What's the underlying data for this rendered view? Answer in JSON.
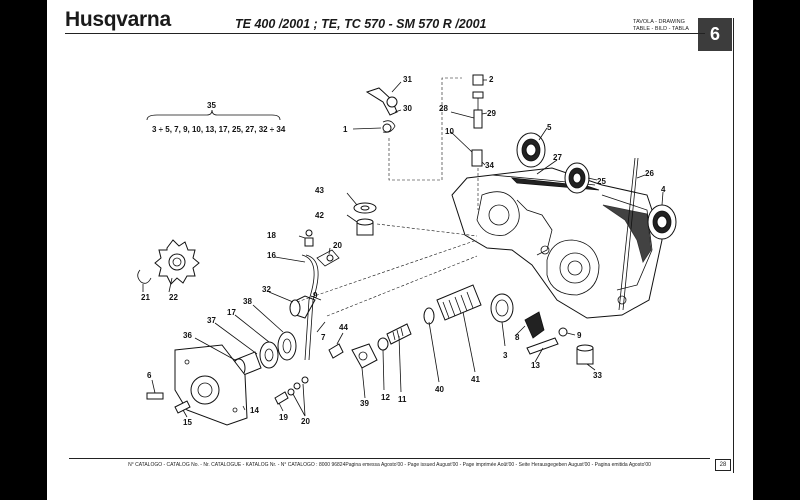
{
  "header": {
    "brand": "Husqvarna",
    "models": "TE 400 /2001 ; TE, TC 570 - SM 570 R /2001",
    "table_label_1": "TAVOLA - DRAWING",
    "table_label_2": "TABLE - BILD - TABLA",
    "table_number": "6"
  },
  "drawing": {
    "group_note_number": "35",
    "group_note_text": "3 ÷ 5, 7, 9, 10, 13, 17, 25, 27, 32 ÷ 34",
    "callouts": [
      "31",
      "2",
      "30",
      "28",
      "29",
      "1",
      "10",
      "34",
      "5",
      "27",
      "25",
      "26",
      "4",
      "43",
      "42",
      "18",
      "20",
      "16",
      "22",
      "21",
      "32",
      "9",
      "38",
      "7",
      "17",
      "44",
      "37",
      "36",
      "8",
      "3",
      "9",
      "12",
      "11",
      "40",
      "41",
      "13",
      "33",
      "39",
      "6",
      "14",
      "15",
      "19",
      "20"
    ]
  },
  "footer": {
    "text": "N° CATALOGO - CATALOG No. - Nr. CATALOGUE - KATALOG Nr. - N° CATALOGO : 8000  96824Pagina emessa Agosto'00 - Page issued August'00 - Page imprimée Août'00 - Seite Herausgegeben August'00 - Pagina emitida Agosto'00",
    "sheet_number": "28"
  }
}
